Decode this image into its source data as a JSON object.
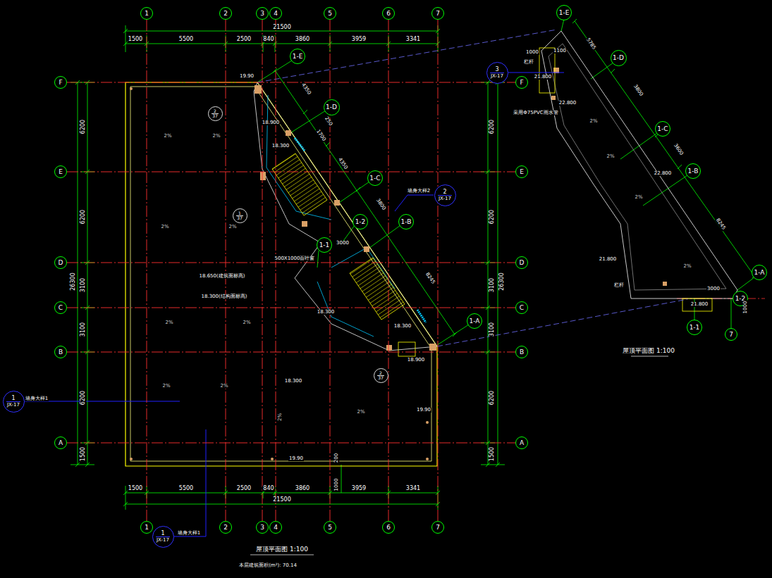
{
  "diagram": {
    "nodes": [
      {
        "text": [
          "1"
        ]
      },
      {
        "text": [
          "2"
        ]
      },
      {
        "text": [
          "3"
        ]
      },
      {
        "text": [
          "4"
        ]
      },
      {
        "text": [
          "5"
        ]
      },
      {
        "text": [
          "6"
        ]
      },
      {
        "text": [
          "7"
        ]
      },
      {
        "text": [
          "1"
        ]
      },
      {
        "text": [
          "2"
        ]
      },
      {
        "text": [
          "3"
        ]
      },
      {
        "text": [
          "4"
        ]
      },
      {
        "text": [
          "5"
        ]
      },
      {
        "text": [
          "6"
        ]
      },
      {
        "text": [
          "7"
        ]
      },
      {
        "text": [
          "F"
        ]
      },
      {
        "text": [
          "E"
        ]
      },
      {
        "text": [
          "D"
        ]
      },
      {
        "text": [
          "C"
        ]
      },
      {
        "text": [
          "B"
        ]
      },
      {
        "text": [
          "A"
        ]
      },
      {
        "text": [
          "F"
        ]
      },
      {
        "text": [
          "E"
        ]
      },
      {
        "text": [
          "D"
        ]
      },
      {
        "text": [
          "C"
        ]
      },
      {
        "text": [
          "B"
        ]
      },
      {
        "text": [
          "A"
        ]
      },
      {
        "text": [
          "1-E"
        ]
      },
      {
        "text": [
          "1-D"
        ]
      },
      {
        "text": [
          "1-C"
        ]
      },
      {
        "text": [
          "1-2"
        ]
      },
      {
        "text": [
          "1-B"
        ]
      },
      {
        "text": [
          "1-1"
        ]
      },
      {
        "text": [
          "1-A"
        ]
      },
      {
        "text": [
          "1-E"
        ]
      },
      {
        "text": [
          "1-D"
        ]
      },
      {
        "text": [
          "1-C"
        ]
      },
      {
        "text": [
          "1-B"
        ]
      },
      {
        "text": [
          "1-A"
        ]
      },
      {
        "text": [
          "1-2"
        ]
      },
      {
        "text": [
          "1-1"
        ]
      },
      {
        "text": [
          "7"
        ]
      },
      {
        "text": [
          "3",
          "JX-17"
        ]
      },
      {
        "text": [
          "2",
          "JX-17"
        ]
      },
      {
        "text": [
          "1",
          "JX-17"
        ]
      },
      {
        "text": [
          "1",
          "JX-17"
        ]
      },
      {
        "text": [
          "2",
          "37"
        ]
      },
      {
        "text": [
          "1",
          "37"
        ]
      },
      {
        "text": [
          "2",
          "37"
        ]
      }
    ],
    "edges": [
      {
        "from": 0,
        "to": 7,
        "arrow": "none"
      },
      {
        "from": 1,
        "to": 8,
        "arrow": "none"
      },
      {
        "from": 2,
        "to": 9,
        "arrow": "none"
      },
      {
        "from": 3,
        "to": 10,
        "arrow": "none"
      },
      {
        "from": 4,
        "to": 11,
        "arrow": "none"
      },
      {
        "from": 5,
        "to": 12,
        "arrow": "none"
      },
      {
        "from": 6,
        "to": 13,
        "arrow": "none"
      },
      {
        "from": 14,
        "to": 20,
        "arrow": "none"
      },
      {
        "from": 15,
        "to": 21,
        "arrow": "none"
      },
      {
        "from": 16,
        "to": 22,
        "arrow": "none"
      },
      {
        "from": 17,
        "to": 23,
        "arrow": "none"
      },
      {
        "from": 18,
        "to": 24,
        "arrow": "none"
      },
      {
        "from": 19,
        "to": 25,
        "arrow": "none"
      }
    ],
    "labels": [
      "1500",
      "5500",
      "2500",
      "840",
      "3860",
      "3959",
      "3341",
      "21500",
      "1500",
      "5500",
      "2500",
      "840",
      "3860",
      "3959",
      "3341",
      "21500",
      "6200",
      "6200",
      "3100",
      "3100",
      "6200",
      "1500",
      "26300",
      "6200",
      "6200",
      "3100",
      "3100",
      "6200",
      "1500",
      "26300",
      "19.90",
      "18.900",
      "18.300",
      "18.650(建筑面标高)",
      "18.300(结构面标高)",
      "18.300",
      "18.300",
      "18.900",
      "18.300",
      "19.90",
      "19.90",
      "500X1000百叶窗",
      "屋顶平面图 1:100",
      "本层建筑面积(m²): 70.14",
      "墙身大样1",
      "墙身大样1",
      "墙身大样2",
      "4350",
      "250",
      "1700",
      "4350",
      "3800",
      "8245",
      "3000",
      "1000",
      "1000",
      "1100",
      "21.800",
      "22.800",
      "采用Φ75PVC雨水管",
      "22.800",
      "21.800",
      "21.800",
      "3000",
      "1000",
      "5785",
      "3800",
      "3600",
      "8245",
      "屋顶平面图 1:100",
      "栏杆",
      "栏杆",
      "2%",
      "2%",
      "2%",
      "2%",
      "2%",
      "2%",
      "2%",
      "2%",
      "2%",
      "2%",
      "2%",
      "2%",
      "2%",
      "2%",
      "200"
    ]
  }
}
